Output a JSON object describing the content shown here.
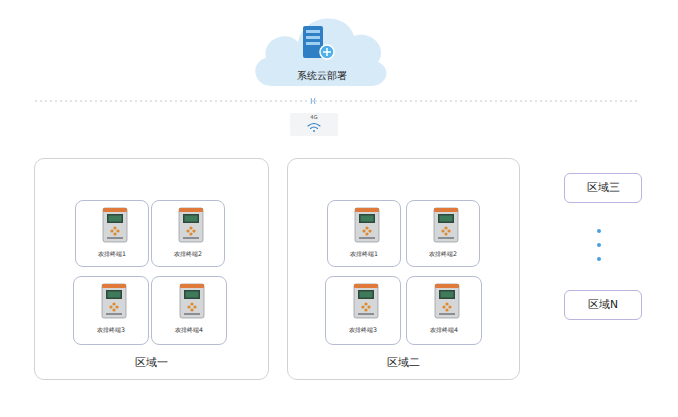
{
  "diagram": {
    "nodes": [
      {
        "text": [
          "系统云部署"
        ]
      },
      {
        "text": [
          "4G"
        ]
      },
      {
        "text": [
          "区域一"
        ]
      },
      {
        "text": [
          "农排终端1"
        ],
        "in": 2
      },
      {
        "text": [
          "农排终端2"
        ],
        "in": 2
      },
      {
        "text": [
          "农排终端3"
        ],
        "in": 2
      },
      {
        "text": [
          "农排终端4"
        ],
        "in": 2
      },
      {
        "text": [
          "区域二"
        ]
      },
      {
        "text": [
          "农排终端1"
        ],
        "in": 7
      },
      {
        "text": [
          "农排终端2"
        ],
        "in": 7
      },
      {
        "text": [
          "农排终端3"
        ],
        "in": 7
      },
      {
        "text": [
          "农排终端4"
        ],
        "in": 7
      },
      {
        "text": [
          "区域三"
        ]
      },
      {
        "text": [
          "区域N"
        ]
      }
    ]
  }
}
